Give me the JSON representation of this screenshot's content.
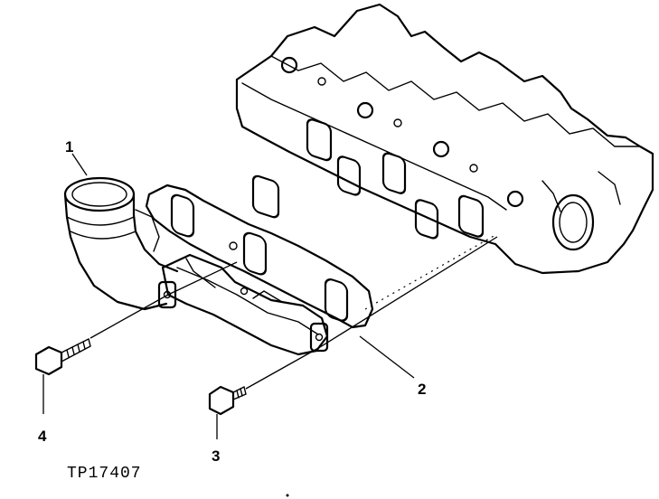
{
  "figure": {
    "reference": "TP17407",
    "callouts": [
      {
        "id": "1",
        "label": "1"
      },
      {
        "id": "2",
        "label": "2"
      },
      {
        "id": "3",
        "label": "3"
      },
      {
        "id": "4",
        "label": "4"
      }
    ]
  }
}
